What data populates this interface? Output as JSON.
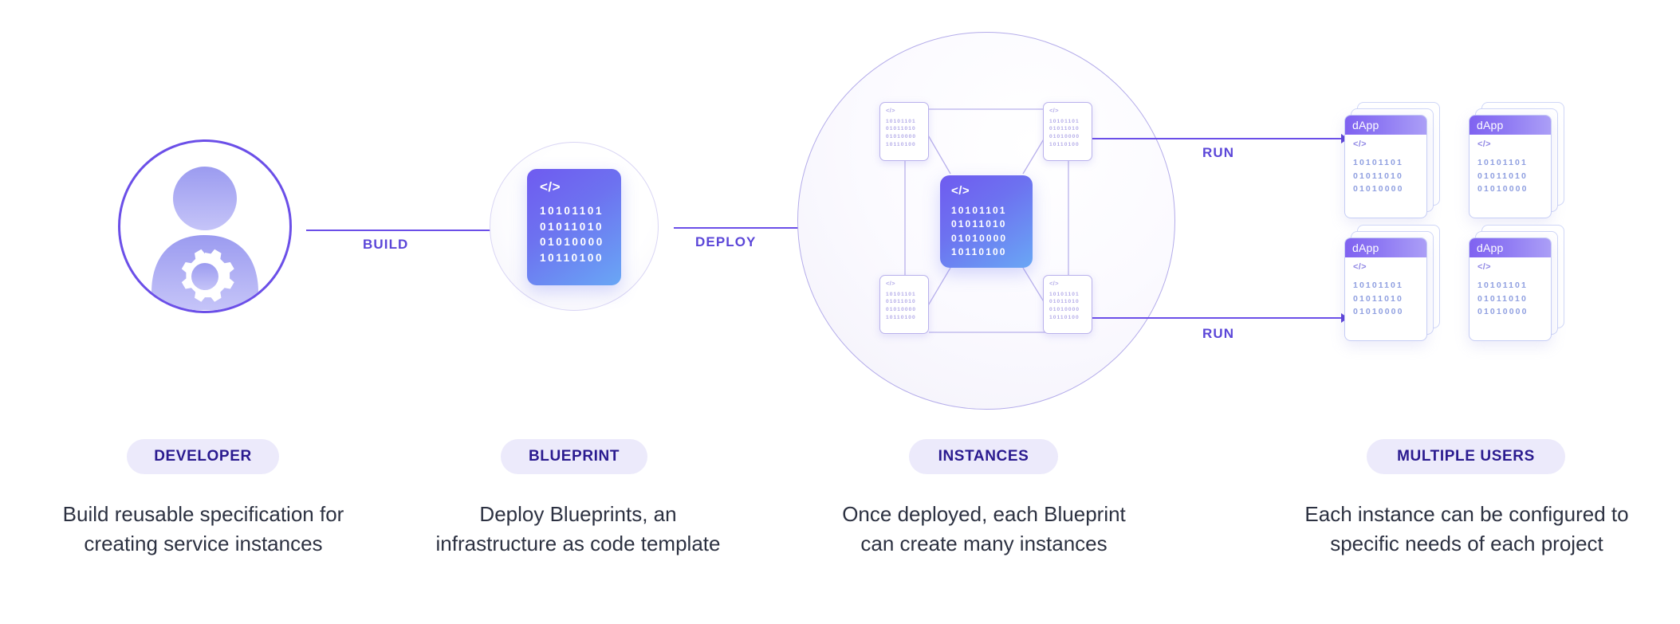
{
  "diagram": {
    "title": "Blueprint lifecycle diagram",
    "colors": {
      "accent": "#6b4fe8",
      "arrow": "#5a3fd6",
      "label_text": "#5b46d8",
      "pill_bg": "#eceafb",
      "pill_text": "#2a1a8f",
      "caption_text": "#2c3141",
      "card_gradient_from": "#6f5bf0",
      "card_gradient_to": "#69a7f5",
      "node_outline": "#b9b1ec",
      "dapp_header_from": "#7d5ef0",
      "dapp_header_to": "#b0a5f7"
    }
  },
  "stages": [
    {
      "id": "developer",
      "pill": "DEVELOPER",
      "caption_line1": "Build reusable specification for",
      "caption_line2": "creating service instances",
      "icon": "developer-avatar-icon"
    },
    {
      "id": "blueprint",
      "pill": "BLUEPRINT",
      "caption_line1": "Deploy Blueprints, an",
      "caption_line2": "infrastructure as code template",
      "icon": "blueprint-code-card-icon"
    },
    {
      "id": "instances",
      "pill": "INSTANCES",
      "caption_line1": "Once deployed, each Blueprint",
      "caption_line2": "can create many instances",
      "icon": "instances-network-icon"
    },
    {
      "id": "multiple-users",
      "pill": "MULTIPLE USERS",
      "caption_line1": "Each instance can be configured to",
      "caption_line2": "specific needs of each project",
      "icon": "dapp-stacks-icon"
    }
  ],
  "arrows": [
    {
      "id": "build",
      "label": "BUILD"
    },
    {
      "id": "deploy",
      "label": "DEPLOY"
    },
    {
      "id": "run-top",
      "label": "RUN"
    },
    {
      "id": "run-bottom",
      "label": "RUN"
    }
  ],
  "code_card": {
    "tag": "</>",
    "bits": [
      "10101101",
      "01011010",
      "01010000",
      "10110100"
    ]
  },
  "node_card": {
    "tag": "</>",
    "bits": [
      "10101101",
      "01011010",
      "01010000",
      "10110100"
    ]
  },
  "dapp_card": {
    "header": "dApp",
    "tag": "</>",
    "bits": [
      "10101101",
      "01011010",
      "01010000"
    ]
  }
}
